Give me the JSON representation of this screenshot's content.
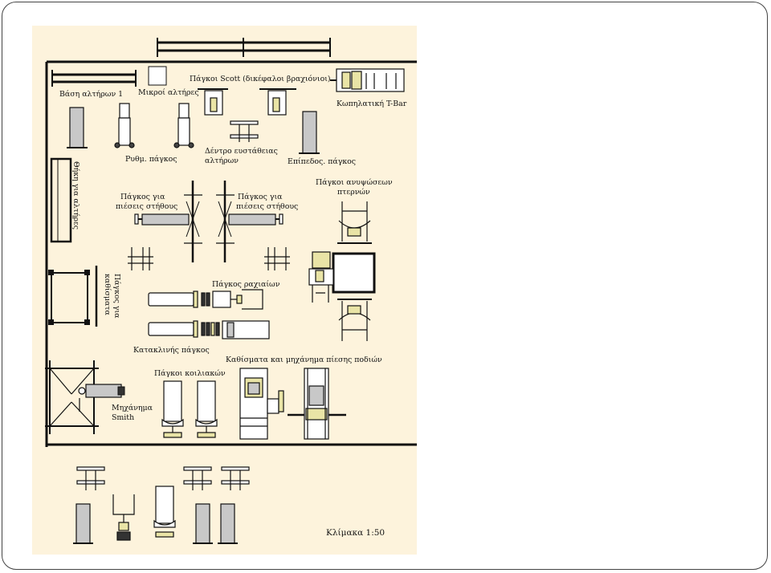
{
  "colors": {
    "paper": "#fdf3dc",
    "accent": "#e9e4a6",
    "metal": "#c8c8c8",
    "line": "#111111"
  },
  "labels": {
    "bar_rack": "Βάση αλτήρων 1",
    "small_dumbbells": "Μικροί αλτήρες",
    "scott_benches": "Πάγκοι Scott (δικέφαλοι βραχιόνιοι)",
    "t_bar_row": "Κωπηλατική T-Bar",
    "adjustable_bench": "Ρυθμ. πάγκος",
    "balance_tree_1": "Δέντρο ευστάθειας",
    "balance_tree_2": "αλτήρων",
    "flat_bench": "Επίπεδος. πάγκος",
    "dumbbell_rack_vertical": "Θήκη για αλτήρες",
    "chest_press_left_1": "Πάγκος για",
    "chest_press_left_2": "πιέσεις στήθους",
    "chest_press_right_1": "Πάγκος για",
    "chest_press_right_2": "πιέσεις στήθους",
    "calf_raise_1": "Πάγκοι ανυψώσεων",
    "calf_raise_2": "πτερνών",
    "dip_bench_1": "Πάγκος για",
    "dip_bench_2": "καθίσματα",
    "back_bench": "Πάγκος ραχιαίων",
    "incline_bench": "Κατακλινής πάγκος",
    "leg_press": "Καθίσματα και μηχάνημα πίεσης ποδιών",
    "ab_benches": "Πάγκοι κοιλιακών",
    "smith_1": "Μηχάνημα",
    "smith_2": "Smith",
    "scale": "Κλίμακα 1:50"
  }
}
